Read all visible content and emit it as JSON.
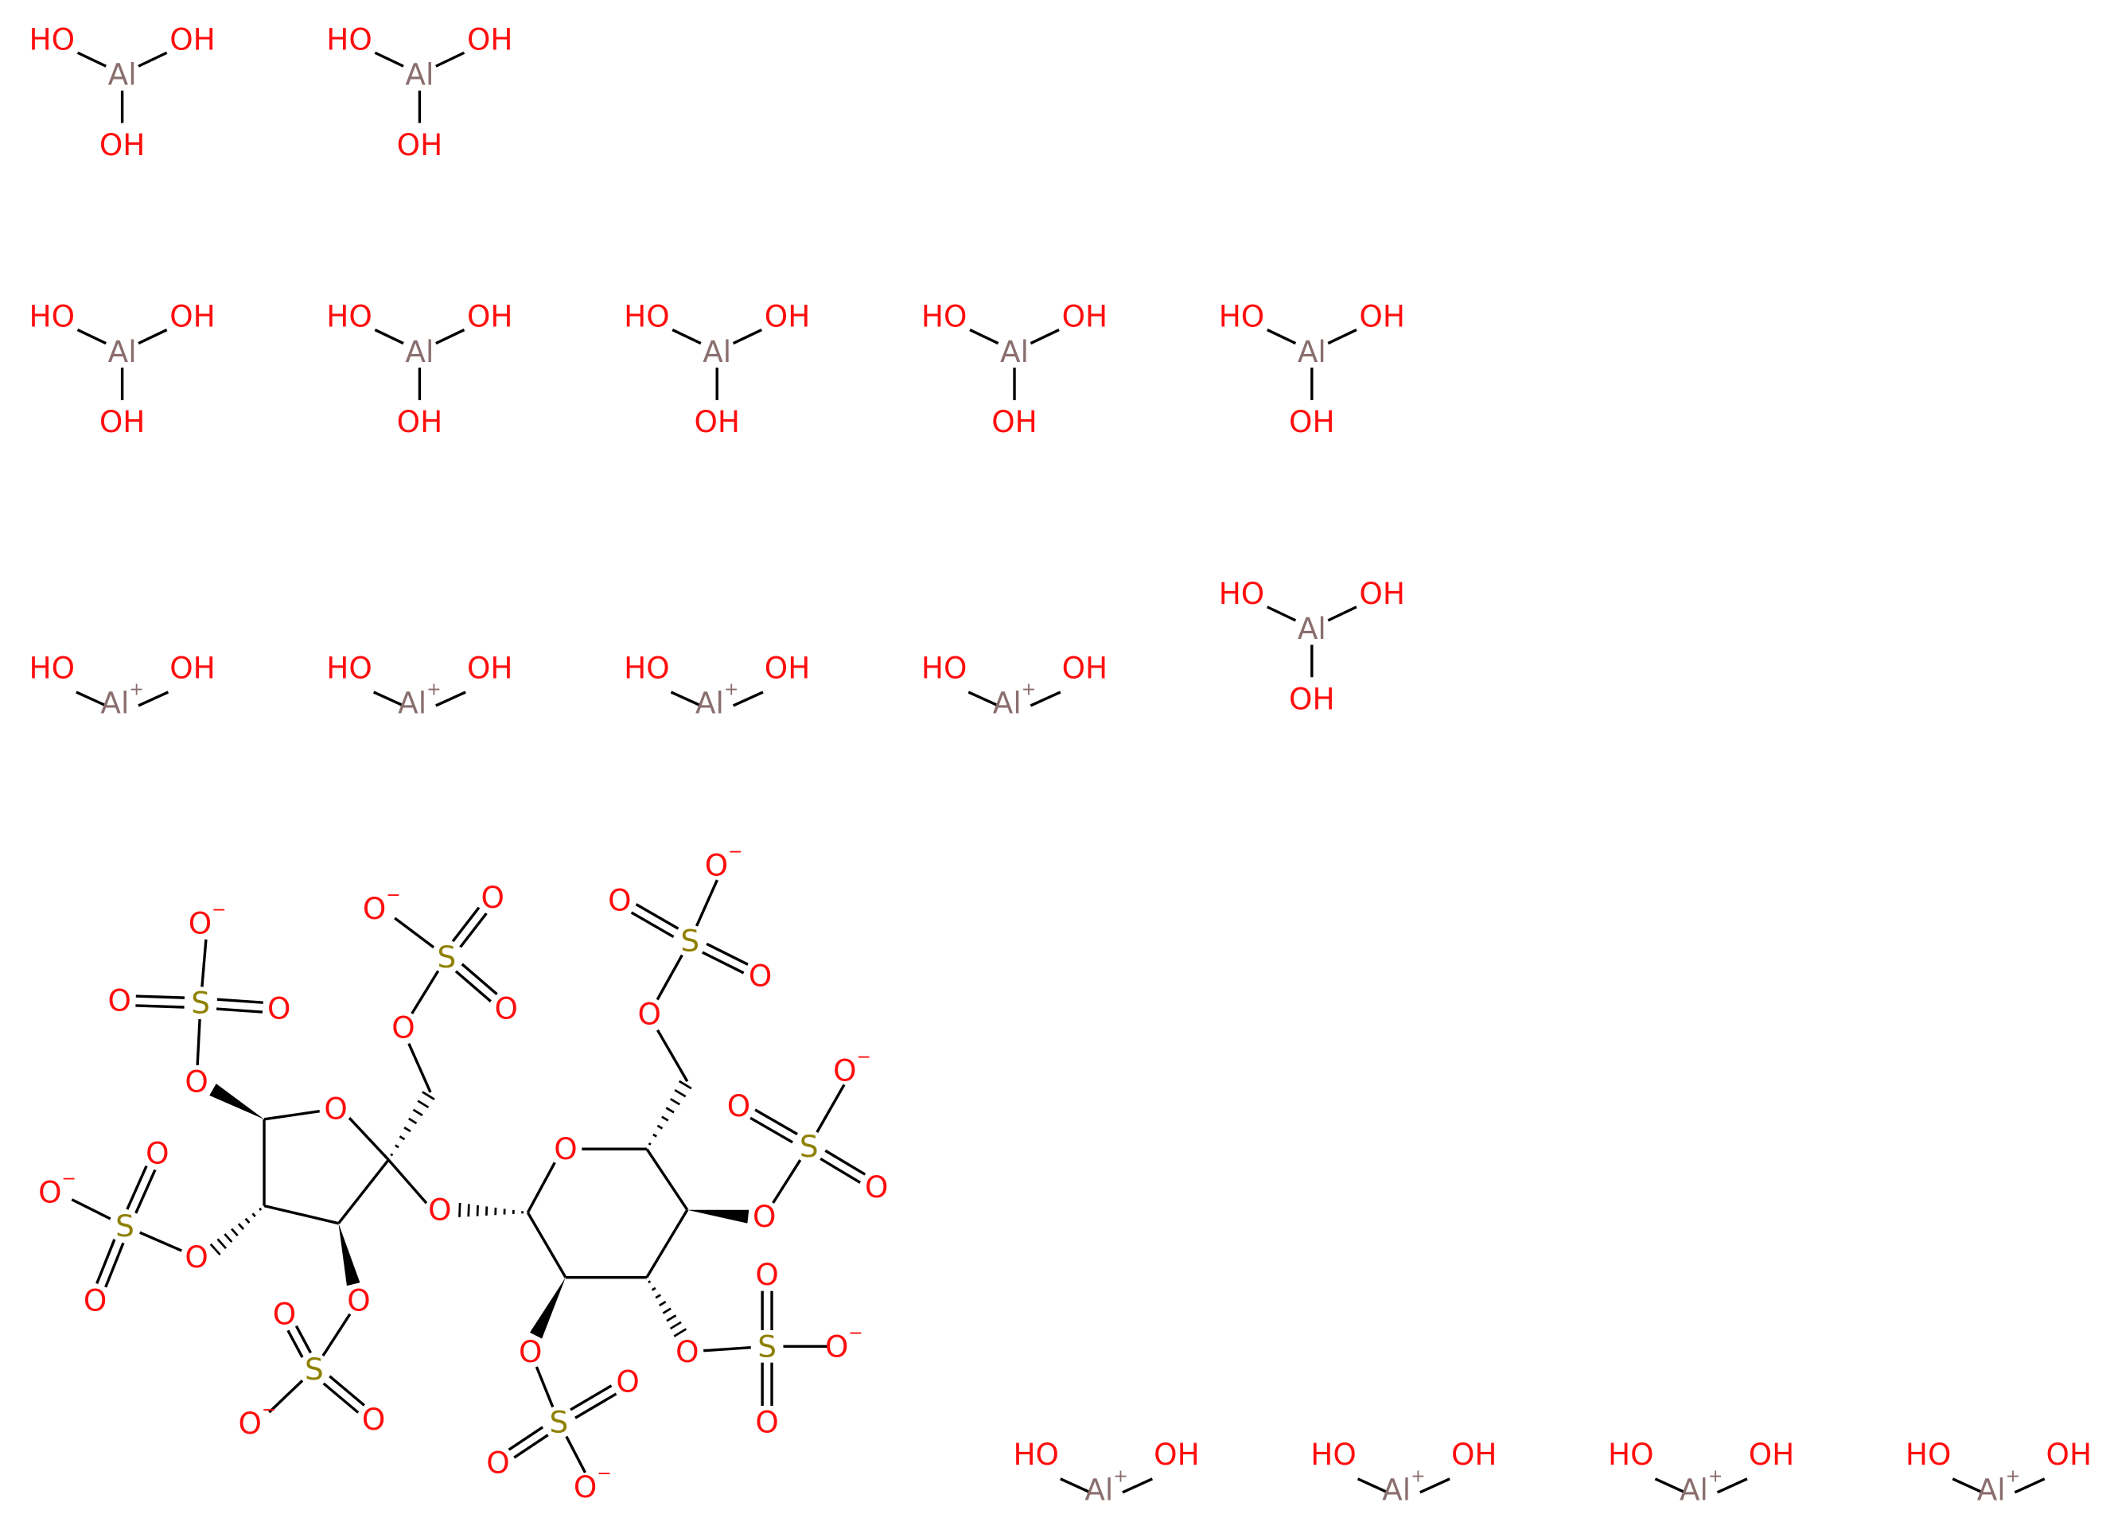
{
  "palette": {
    "bond": "#000000",
    "oxygen": "#ff0d0d",
    "aluminium": "#8a6e6e",
    "sulfur": "#8f8000",
    "background": "#ffffff"
  },
  "atoms": {
    "aluminium": "Al",
    "aluminium_cation": "Al",
    "hydroxyl": "OH",
    "hydroxyl_left": "HO",
    "oxygen": "O",
    "sulfur": "S"
  },
  "charges": {
    "plus": "+",
    "minus": "−"
  },
  "counts": {
    "aluminium_trihydroxide": 8,
    "aluminium_dihydroxide_cation": 8,
    "sulfate_groups": 8
  }
}
